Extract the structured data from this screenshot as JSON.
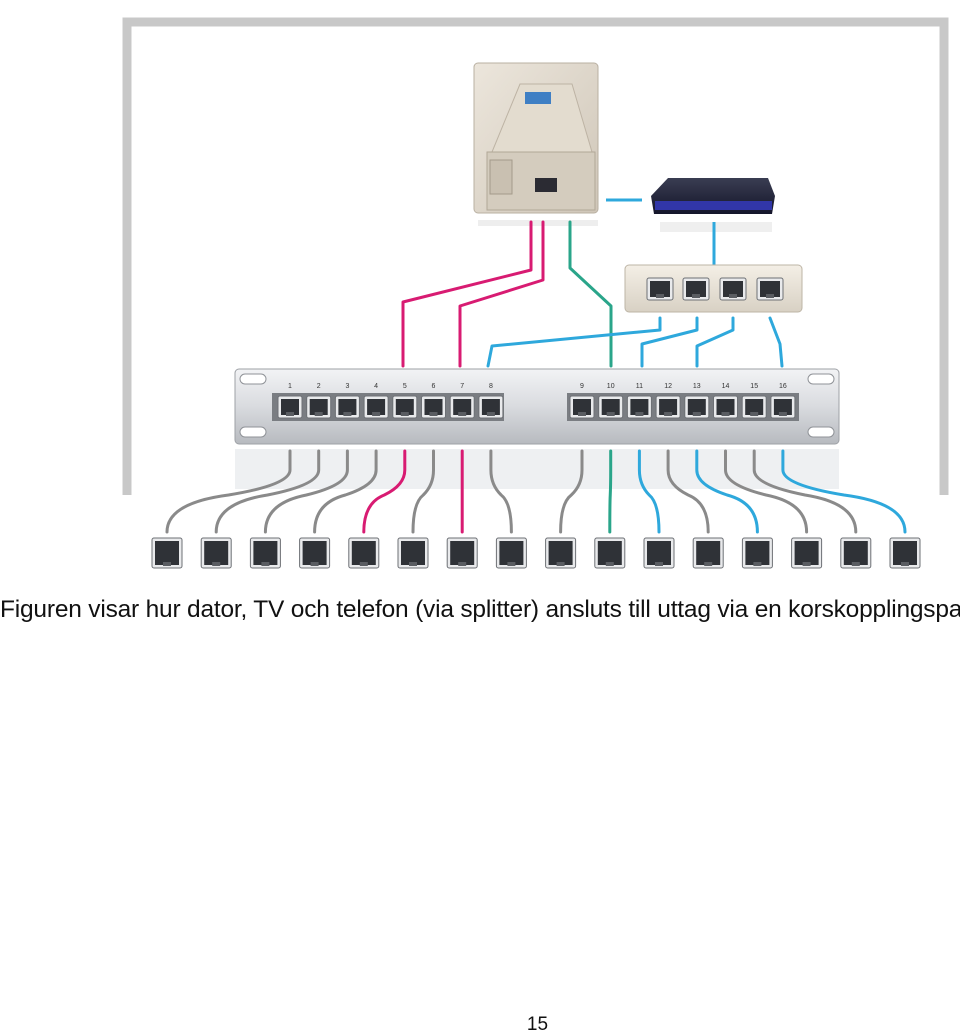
{
  "diagram": {
    "patch_panel_port_numbers": [
      "1",
      "2",
      "3",
      "4",
      "5",
      "6",
      "7",
      "8",
      "9",
      "10",
      "11",
      "12",
      "13",
      "14",
      "15",
      "16"
    ],
    "cable_colors": {
      "telephone": "#d81b72",
      "tv": "#2aa58a",
      "data": "#2ea8dc",
      "unused": "#8a8a8a"
    },
    "frame_color": "#c8c8c8",
    "icons": {
      "splitter": "splitter-icon",
      "modem": "modem-icon",
      "switch": "network-switch-icon",
      "patch_panel": "patch-panel-icon",
      "outlet": "wall-outlet-icon"
    }
  },
  "caption": "Figuren visar hur dator, TV och telefon (via splitter) ansluts till uttag via en korskopplingspanel.",
  "page_number": "15"
}
